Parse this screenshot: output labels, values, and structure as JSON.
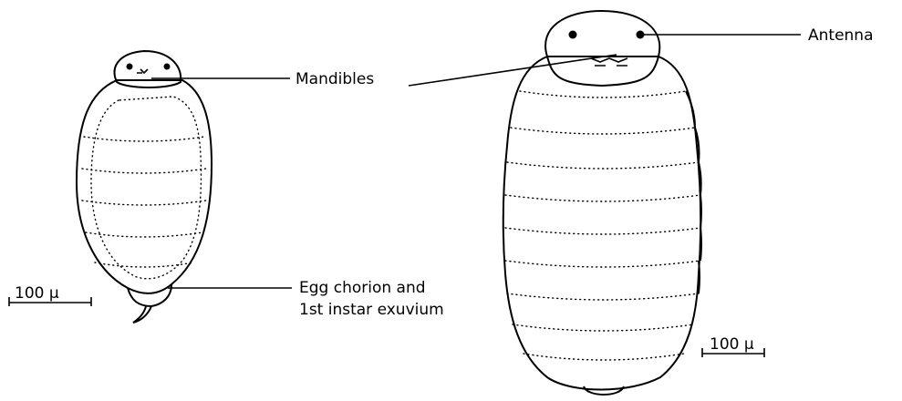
{
  "labels": {
    "mandibles": "Mandibles",
    "antenna": "Antenna",
    "egg_chorion_line1": "Egg chorion and",
    "egg_chorion_line2": "1st instar exuvium"
  },
  "scale_bars": {
    "left": "100 µ",
    "right": "100 µ"
  }
}
